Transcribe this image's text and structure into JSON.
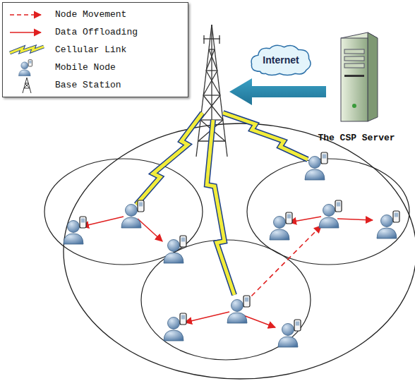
{
  "diagram": {
    "nodes": [
      {
        "text": [
          "Internet"
        ]
      },
      {
        "text": [
          "The CSP Server"
        ]
      }
    ],
    "legend": [
      {
        "text": "Node Movement"
      },
      {
        "text": "Data Offloading"
      },
      {
        "text": "Cellular Link"
      },
      {
        "text": "Mobile Node"
      },
      {
        "text": "Base Station"
      }
    ]
  }
}
